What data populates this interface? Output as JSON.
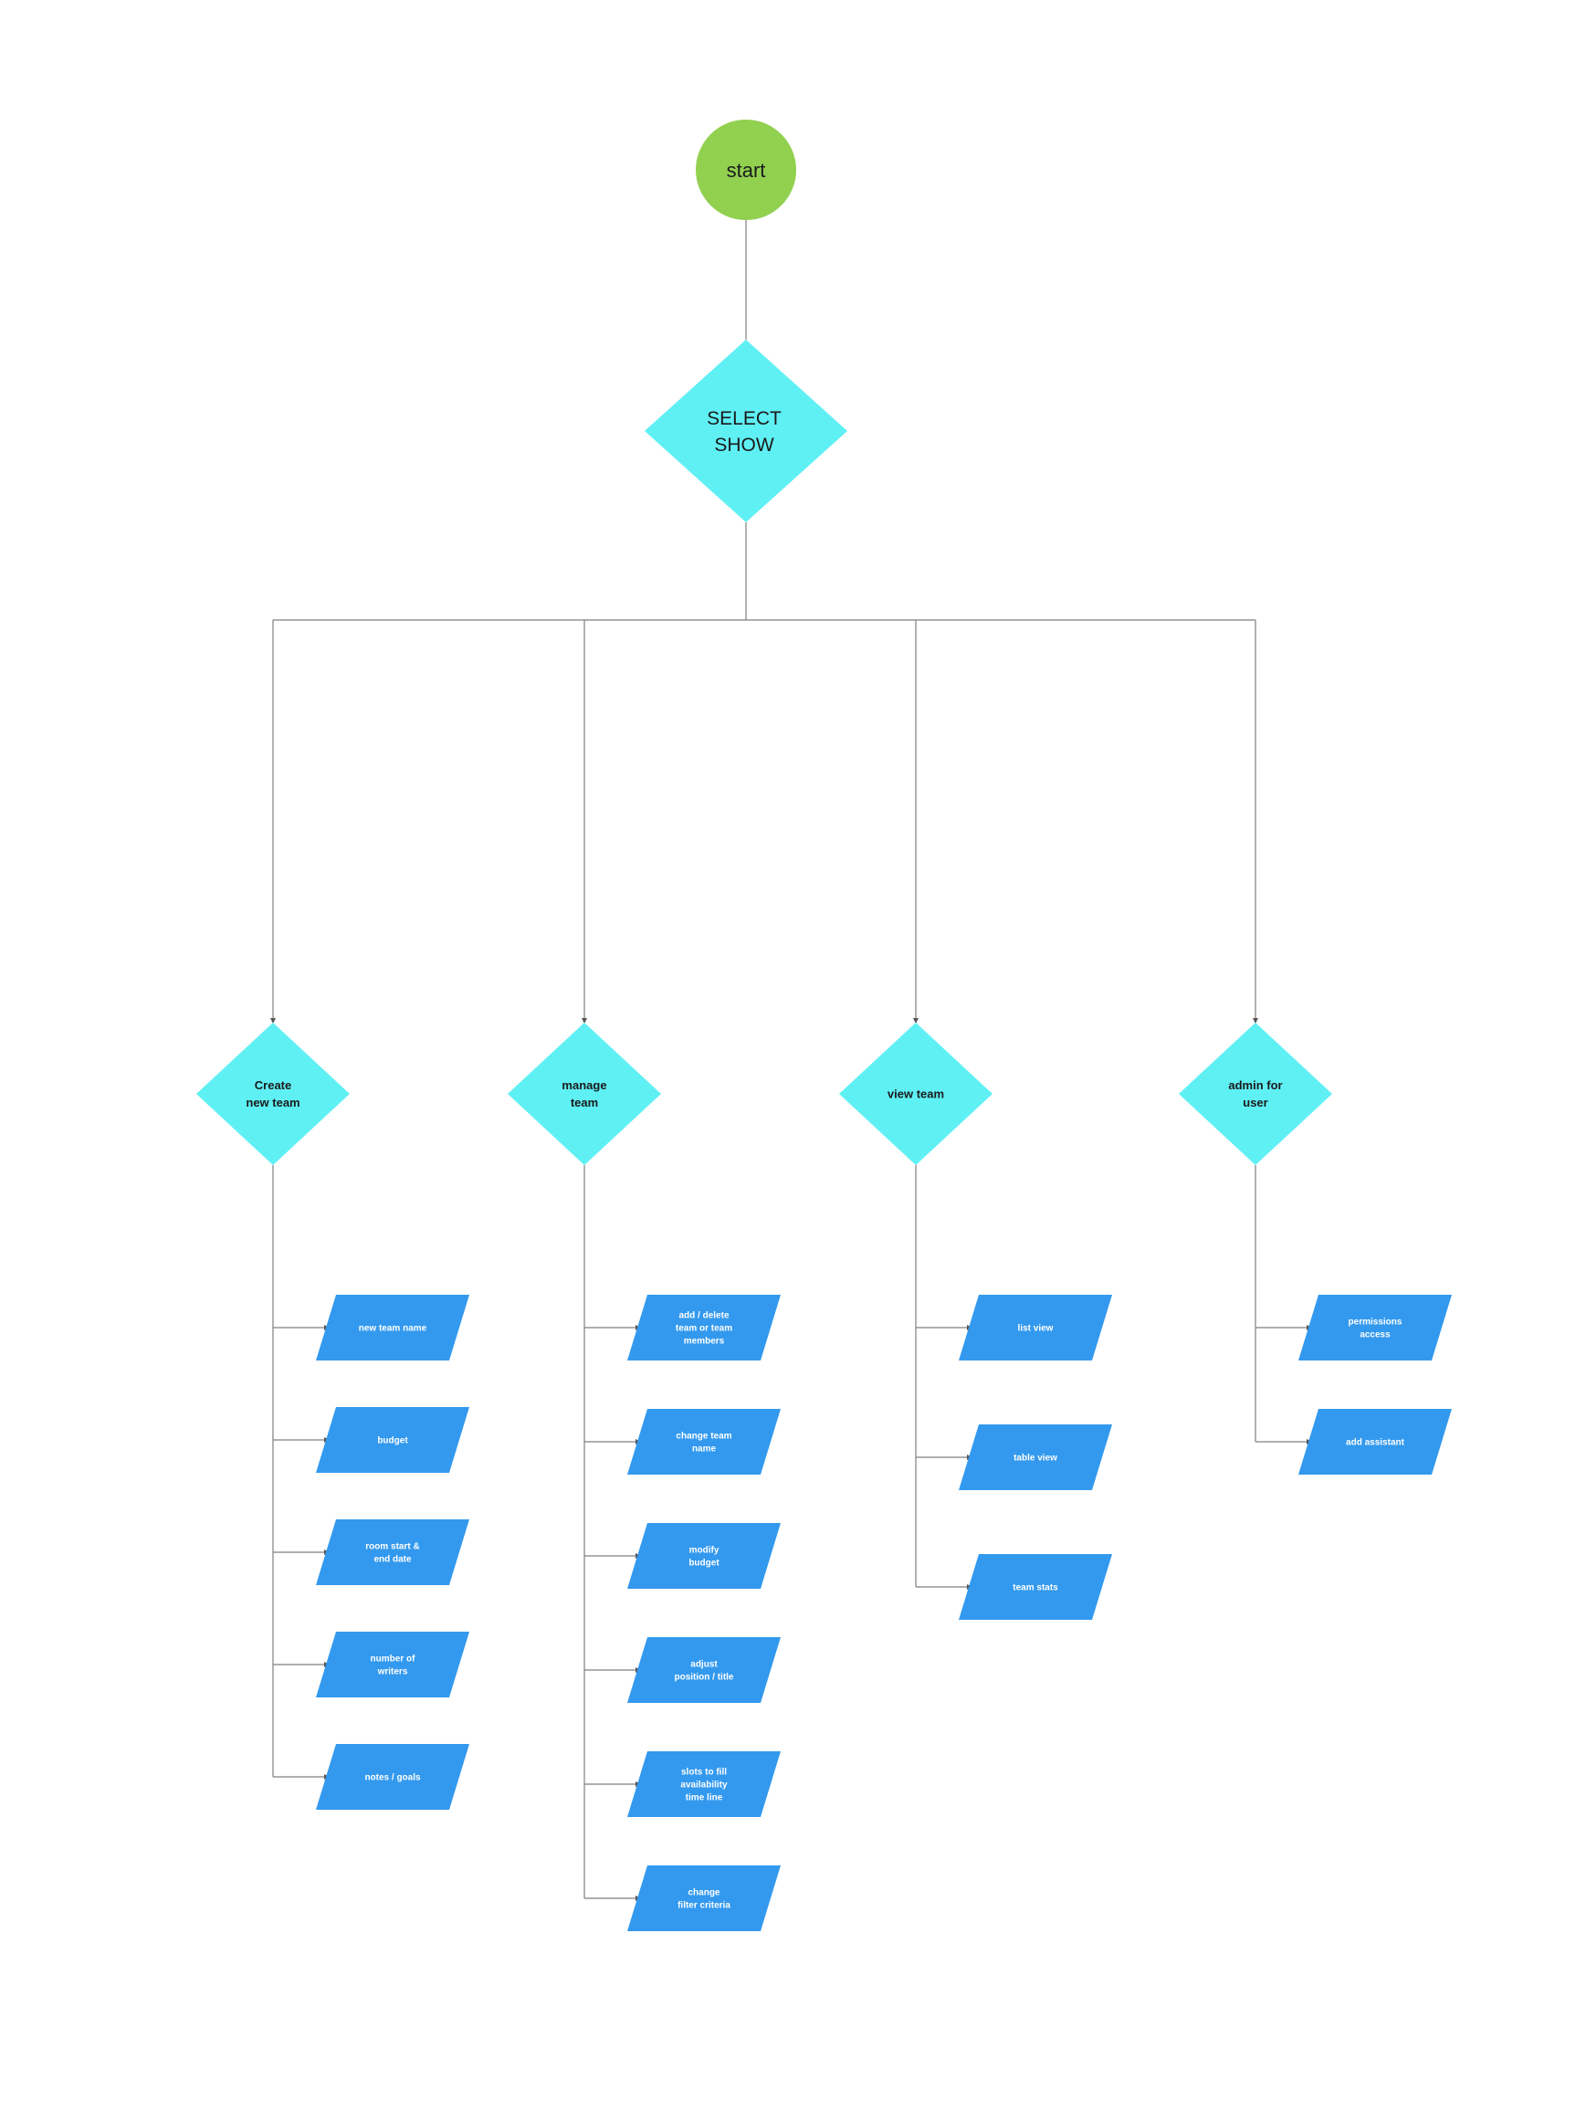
{
  "colors": {
    "start_fill": "#92d050",
    "decision_fill": "#5ff0f4",
    "io_fill": "#3399ee",
    "connector": "#7f7f7f",
    "text_dark": "#1a1a1a",
    "text_light": "#ffffff"
  },
  "start": {
    "label": "start"
  },
  "select": {
    "lines": [
      "SELECT",
      "SHOW"
    ]
  },
  "branches": [
    {
      "lines": [
        "Create",
        "new team"
      ],
      "items": [
        {
          "lines": [
            "new team name"
          ]
        },
        {
          "lines": [
            "budget"
          ]
        },
        {
          "lines": [
            "room start &",
            "end date"
          ]
        },
        {
          "lines": [
            "number of",
            "writers"
          ]
        },
        {
          "lines": [
            "notes / goals"
          ]
        }
      ]
    },
    {
      "lines": [
        "manage",
        "team"
      ],
      "items": [
        {
          "lines": [
            "add / delete",
            "team or team",
            "members"
          ]
        },
        {
          "lines": [
            "change team",
            "name"
          ]
        },
        {
          "lines": [
            "modify",
            "budget"
          ]
        },
        {
          "lines": [
            "adjust",
            "position / title"
          ]
        },
        {
          "lines": [
            "slots to fill",
            "availability",
            "time line"
          ]
        },
        {
          "lines": [
            "change",
            "filter criteria"
          ]
        }
      ]
    },
    {
      "lines": [
        "view team"
      ],
      "items": [
        {
          "lines": [
            "list view"
          ]
        },
        {
          "lines": [
            "table view"
          ]
        },
        {
          "lines": [
            "team stats"
          ]
        }
      ]
    },
    {
      "lines": [
        "admin for",
        "user"
      ],
      "items": [
        {
          "lines": [
            "permissions",
            "access"
          ]
        },
        {
          "lines": [
            "add assistant"
          ]
        }
      ]
    }
  ]
}
